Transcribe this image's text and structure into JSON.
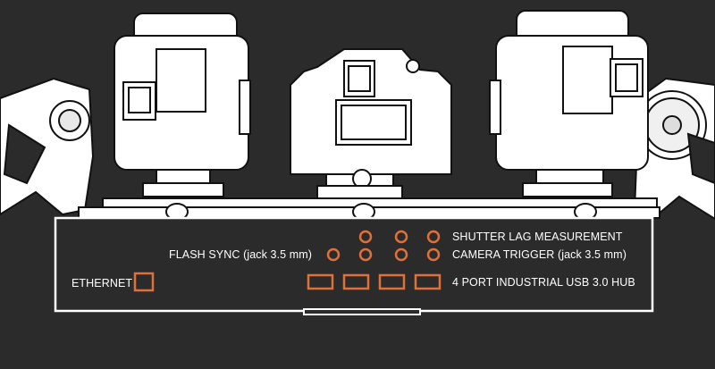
{
  "labels": {
    "shutter_lag": "SHUTTER LAG MEASUREMENT",
    "camera_trigger": "CAMERA TRIGGER (jack 3.5 mm)",
    "flash_sync": "FLASH SYNC (jack 3.5 mm)",
    "usb_hub": "4 PORT INDUSTRIAL USB 3.0 HUB",
    "ethernet": "ETHERNET"
  },
  "colors": {
    "background": "#2b2b2b",
    "line_art": "#ffffff",
    "port_accent": "#e0703a"
  },
  "ports": {
    "shutter_lag_count": 3,
    "camera_trigger_count": 3,
    "flash_sync_count": 1,
    "usb_count": 4,
    "ethernet_count": 1
  }
}
